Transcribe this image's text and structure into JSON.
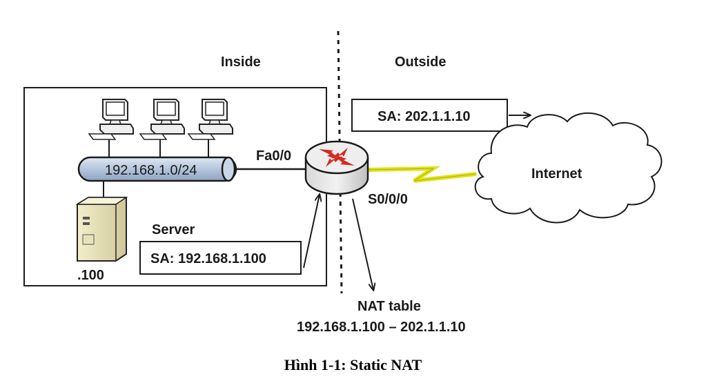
{
  "zones": {
    "inside": "Inside",
    "outside": "Outside"
  },
  "lan": {
    "network": "192.168.1.0/24"
  },
  "router": {
    "inside_interface": "Fa0/0",
    "outside_interface": "S0/0/0"
  },
  "server": {
    "label": "Server",
    "host_suffix": ".100"
  },
  "packets": {
    "inside_source": "SA: 192.168.1.100",
    "outside_source": "SA: 202.1.1.10"
  },
  "cloud": {
    "label": "Internet"
  },
  "nat_table": {
    "title": "NAT table",
    "entry": "192.168.1.100 – 202.1.1.10"
  },
  "caption": "Hình 1-1: Static NAT"
}
